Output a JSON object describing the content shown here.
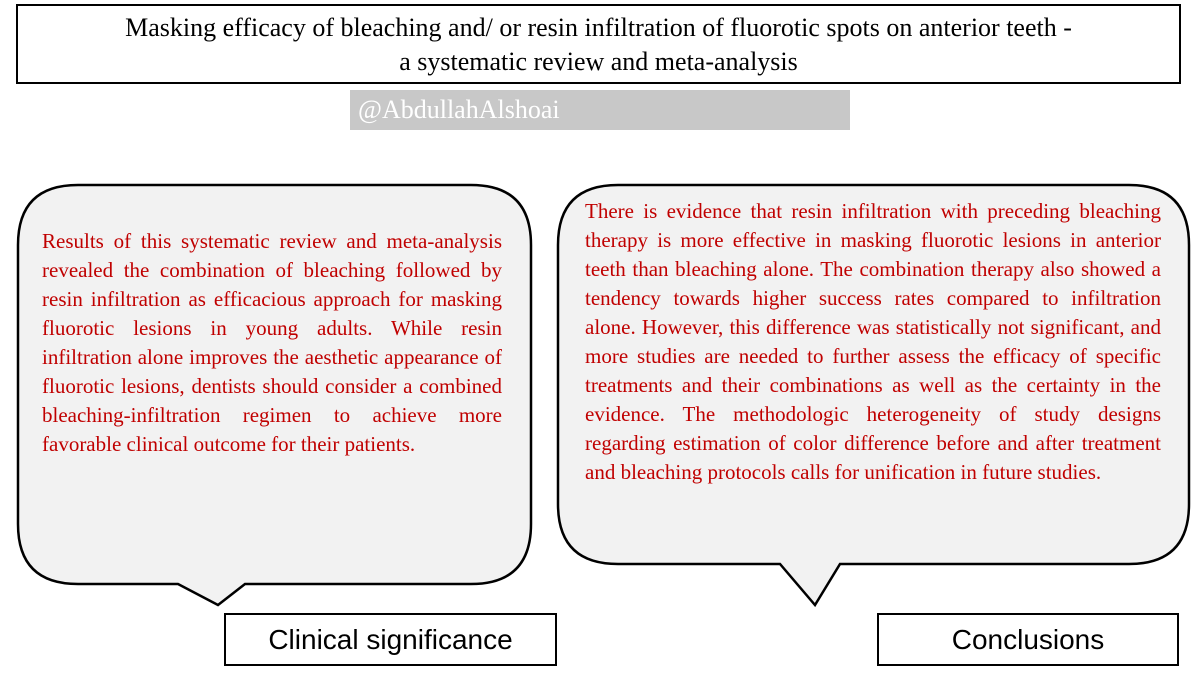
{
  "title": {
    "line1": "Masking efficacy of bleaching and/ or resin infiltration of fluorotic spots on anterior teeth -",
    "line2": "a systematic review and meta-analysis"
  },
  "handle": "@AbdullahAlshoai",
  "colors": {
    "bubble_fill": "#f2f2f2",
    "body_text": "#c00000",
    "handle_bg": "#c8c8c8",
    "handle_text": "#ffffff"
  },
  "left_bubble": {
    "text": "Results of this systematic review and meta-analysis revealed the combination of bleaching followed by resin infiltration as efficacious approach for masking fluorotic lesions in young adults. While resin infiltration alone improves the aesthetic appearance of fluorotic lesions, dentists should consider a combined bleaching-infiltration regimen to achieve more favorable clinical outcome for their patients."
  },
  "right_bubble": {
    "text": "There is evidence that resin infiltration with preceding bleaching therapy is more effective in masking fluorotic lesions in anterior teeth than bleaching alone. The combination therapy also showed a tendency towards higher success rates compared to infiltration alone. However, this difference was statistically not significant, and more studies are needed to further assess the efficacy of specific treatments and their combinations as well as the certainty in the evidence. The methodologic heterogeneity of study designs regarding estimation of color difference before and after treatment and bleaching protocols calls for unification in future studies."
  },
  "labels": {
    "clinical": "Clinical significance",
    "conclusions": "Conclusions"
  }
}
